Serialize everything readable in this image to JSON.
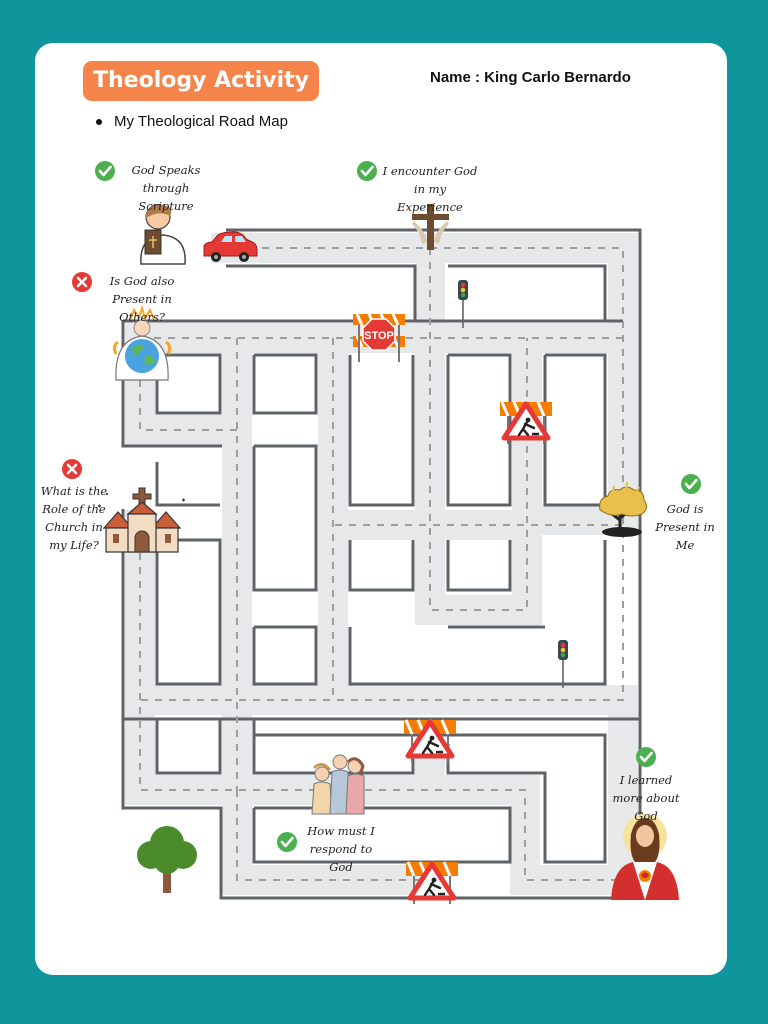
{
  "header": {
    "title": "Theology Activity",
    "name": "Name : King Carlo Bernardo",
    "subtitle": "My Theological Road Map"
  },
  "colors": {
    "background": "#0e969c",
    "title_pill": "#f5844a",
    "check": "#4caf50",
    "cross": "#e53935",
    "road": "#e6e8ea",
    "road_border": "#5f6368"
  },
  "labels": {
    "scripture": "God Speaks through Scripture",
    "experience": "I encounter God in my Experience",
    "others": "Is God also Present in Others?",
    "church": "What is the Role of the Church in my Life?",
    "present_in_me": "God is Present in Me",
    "learned": "I learned more about God",
    "respond": "How must I respond to God"
  },
  "signs": {
    "stop": "STOP"
  },
  "icons": [
    "check-icon",
    "cross-icon",
    "car-icon",
    "cross-wood-icon",
    "traffic-light-icon",
    "stop-sign-icon",
    "roadwork-sign-icon",
    "church-icon",
    "tree-icon",
    "jesus-icon",
    "family-icon",
    "bible-reader-icon",
    "earth-hands-icon",
    "burning-bush-icon"
  ]
}
